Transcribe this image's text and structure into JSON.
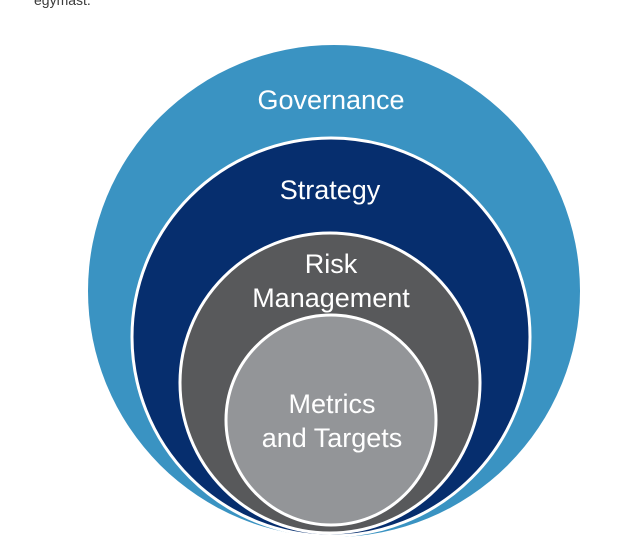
{
  "intro_text_fragment": "egymást.",
  "diagram": {
    "layers": [
      {
        "id": "governance",
        "lines": [
          "Governance"
        ],
        "color": "#3a93c2"
      },
      {
        "id": "strategy",
        "lines": [
          "Strategy"
        ],
        "color": "#062e6e"
      },
      {
        "id": "risk-management",
        "lines": [
          "Risk",
          "Management"
        ],
        "color": "#58595b"
      },
      {
        "id": "metrics-and-targets",
        "lines": [
          "Metrics",
          "and Targets"
        ],
        "color": "#939598"
      }
    ],
    "outline_color": "#ffffff"
  }
}
